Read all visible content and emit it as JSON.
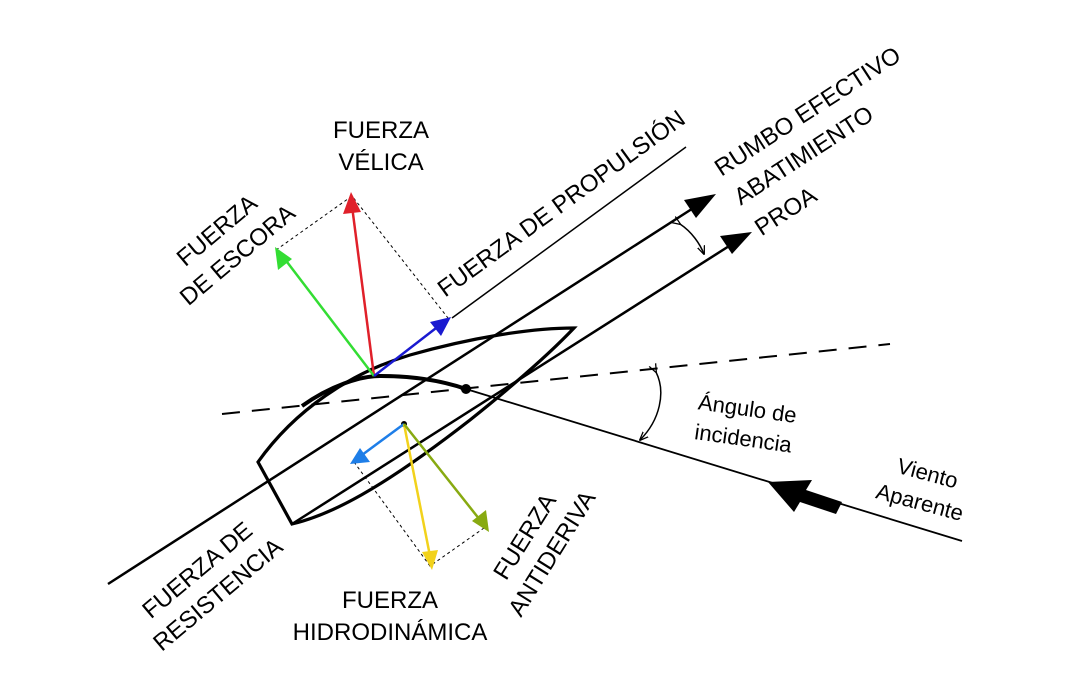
{
  "labels": {
    "fuerza_velica_1": "FUERZA",
    "fuerza_velica_2": "VÉLICA",
    "fuerza_escora_1": "FUERZA",
    "fuerza_escora_2": "DE ESCORA",
    "fuerza_propulsion": "FUERZA DE PROPULSIÓN",
    "rumbo_efectivo": "RUMBO EFECTIVO",
    "abatimiento": "ABATIMIENTO",
    "proa": "PROA",
    "angulo_1": "Ángulo de",
    "angulo_2": "incidencia",
    "viento_1": "Viento",
    "viento_2": "Aparente",
    "resistencia_1": "FUERZA DE",
    "resistencia_2": "RESISTENCIA",
    "hidrodinamica_1": "FUERZA",
    "hidrodinamica_2": "HIDRODINÁMICA",
    "antideriva_1": "FUERZA",
    "antideriva_2": "ANTIDERIVA"
  },
  "colors": {
    "fuerza_velica": "#e0202a",
    "fuerza_escora": "#33dd33",
    "fuerza_propulsion": "#1a1ad0",
    "fuerza_resistencia": "#1e7ee8",
    "fuerza_hidrodinamica": "#f2d21c",
    "fuerza_antideriva": "#88aa11",
    "lines": "#000000"
  }
}
